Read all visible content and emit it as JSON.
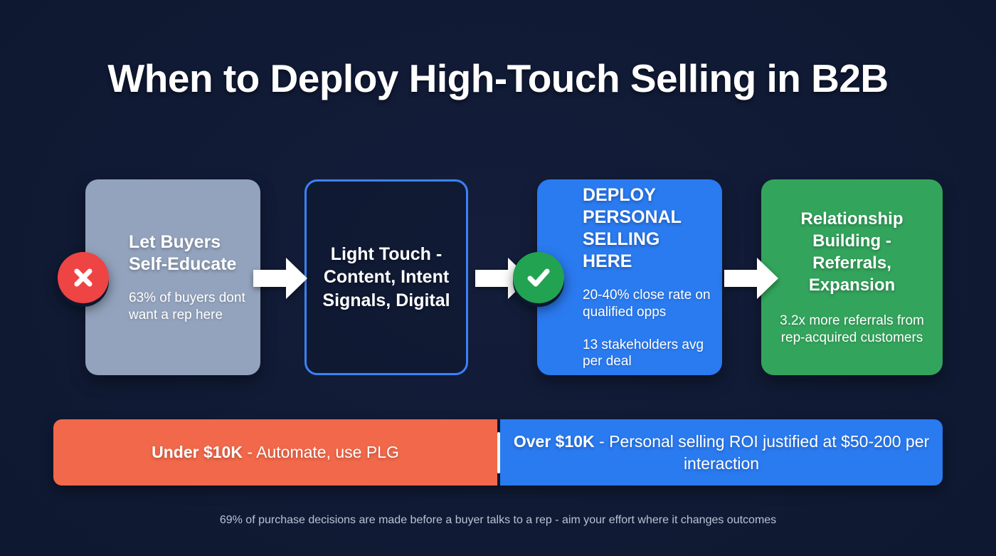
{
  "page": {
    "title": "When to Deploy High-Touch Selling in B2B",
    "background_color": "#111b36",
    "footer_note": "69% of purchase decisions are made before a buyer talks to a rep - aim your effort where it changes outcomes"
  },
  "flow": {
    "arrows": [
      {
        "name": "arrow-stage-1-to-2"
      },
      {
        "name": "arrow-stage-2-to-3"
      },
      {
        "name": "arrow-stage-3-to-4"
      }
    ],
    "stages": [
      {
        "id": "self-educate",
        "heading": "Let Buyers\nSelf-Educate",
        "heading_line_1": "Let Buyers",
        "heading_line_2": "Self-Educate",
        "stat_1": "63% of buyers dont want a rep here",
        "stat_2": "",
        "color": "#93a3bd",
        "badge": "x-icon",
        "badge_color": "#ef4444"
      },
      {
        "id": "light-touch",
        "heading": "Light Touch - Content, Intent Signals, Digital",
        "stat_1": "",
        "stat_2": "",
        "color": "transparent",
        "border_color": "#3b82f6",
        "badge": "",
        "badge_color": ""
      },
      {
        "id": "personal-selling",
        "heading": "DEPLOY PERSONAL SELLING HERE",
        "stat_1": "20-40% close rate on qualified opps",
        "stat_2": "13 stakeholders avg per deal",
        "color": "#2a7af0",
        "badge": "check-icon",
        "badge_color": "#22a351"
      },
      {
        "id": "relationship-building",
        "heading": "Relationship Building - Referrals, Expansion",
        "stat_1": "3.2x more referrals from rep-acquired customers",
        "stat_2": "",
        "color": "#33a45c",
        "badge": "",
        "badge_color": ""
      }
    ]
  },
  "deal_size_bar": {
    "left": {
      "label_bold": "Under $10K",
      "label_rest": " - Automate, use PLG",
      "color": "#f2684a"
    },
    "right": {
      "label_bold": "Over $10K",
      "label_rest": " - Personal selling ROI justified at $50-200 per interaction",
      "color": "#2a7af0"
    }
  }
}
